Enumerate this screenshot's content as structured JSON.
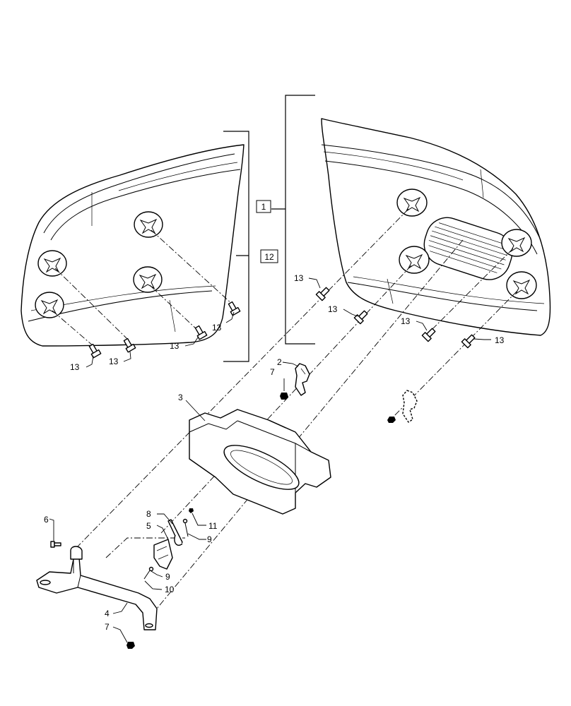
{
  "callouts": {
    "c1": "1",
    "c2": "2",
    "c3": "3",
    "c4": "4",
    "c5": "5",
    "c6": "6",
    "c7a": "7",
    "c7b": "7",
    "c8": "8",
    "c9a": "9",
    "c9b": "9",
    "c10": "10",
    "c11": "11",
    "c12": "12",
    "c13": [
      "13",
      "13",
      "13",
      "13",
      "13",
      "13",
      "13",
      "13"
    ]
  }
}
